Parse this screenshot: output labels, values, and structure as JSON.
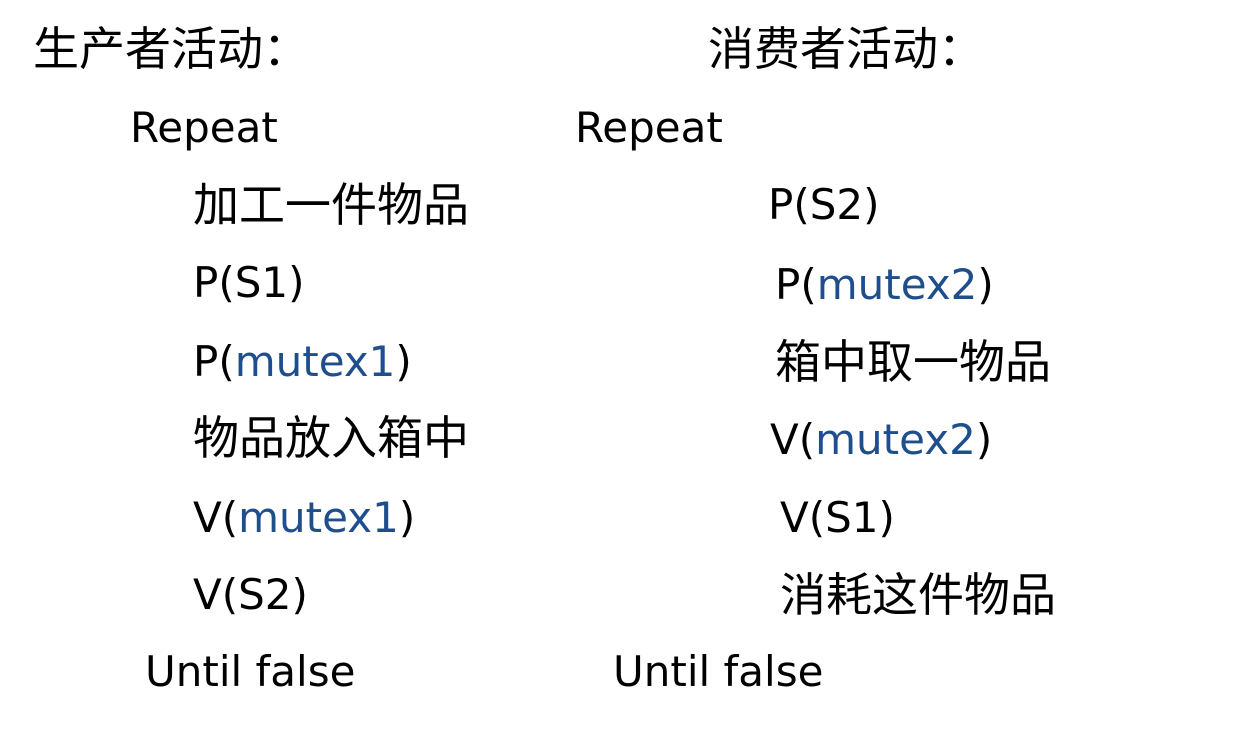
{
  "colors": {
    "text": "#000000",
    "variable": "#1f4e8c"
  },
  "producer": {
    "title": "生产者活动：",
    "repeat": "Repeat",
    "lines": [
      {
        "pre": "加工一件物品",
        "var": "",
        "post": ""
      },
      {
        "pre": "P(S1)",
        "var": "",
        "post": ""
      },
      {
        "pre": "P(",
        "var": "mutex1",
        "post": ")"
      },
      {
        "pre": "物品放入箱中",
        "var": "",
        "post": ""
      },
      {
        "pre": "V(",
        "var": "mutex1",
        "post": ")"
      },
      {
        "pre": "V(S2)",
        "var": "",
        "post": ""
      }
    ],
    "until": "Until false"
  },
  "consumer": {
    "title": "消费者活动：",
    "repeat": "Repeat",
    "lines": [
      {
        "pre": "P(S2)",
        "var": "",
        "post": ""
      },
      {
        "pre": "P(",
        "var": "mutex2",
        "post": ")"
      },
      {
        "pre": "箱中取一物品",
        "var": "",
        "post": ""
      },
      {
        "pre": "V(",
        "var": "mutex2",
        "post": ")"
      },
      {
        "pre": "V(S1)",
        "var": "",
        "post": ""
      },
      {
        "pre": "消耗这件物品",
        "var": "",
        "post": ""
      }
    ],
    "until": "Until false"
  }
}
